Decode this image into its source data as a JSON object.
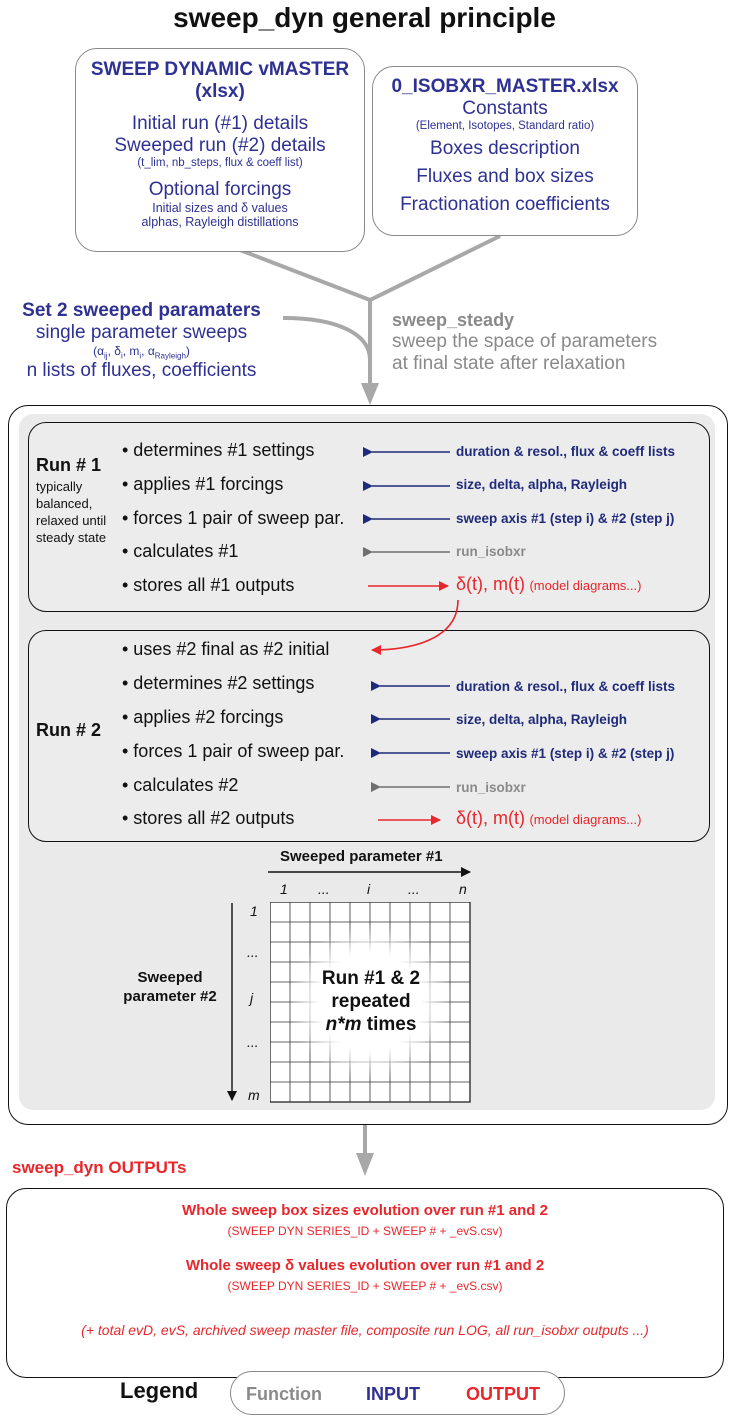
{
  "title": "sweep_dyn general principle",
  "master_box": {
    "title": "SWEEP DYNAMIC vMASTER",
    "subtitle": "(xlsx)",
    "line1": "Initial run (#1) details",
    "line2": "Sweeped run (#2) details",
    "line2_note": "(t_lim, nb_steps, flux & coeff list)",
    "line3": "Optional forcings",
    "line3_note1": "Initial sizes and δ values",
    "line3_note2": "alphas, Rayleigh distillations"
  },
  "isobxr_box": {
    "title": "0_ISOBXR_MASTER.xlsx",
    "line1": "Constants",
    "line1_note": "(Element, Isotopes, Standard ratio)",
    "line2": "Boxes description",
    "line3": "Fluxes and box sizes",
    "line4": "Fractionation coefficients"
  },
  "left_input": {
    "title": "Set 2 sweeped paramaters",
    "line1": "single parameter sweeps",
    "sym_open": "(",
    "sym_alpha": "α",
    "sym_ij": "ij",
    "sym_sep1": ", δ",
    "sym_i1": "i",
    "sym_sep2": ", m",
    "sym_i2": "i",
    "sym_sep3": ", α",
    "sym_ray": "Rayleigh",
    "sym_close": ")",
    "line2": "n lists of fluxes, coefficients"
  },
  "sweep_steady": {
    "title": "sweep_steady",
    "line1": "sweep the space of parameters",
    "line2": "at final state after relaxation"
  },
  "run1": {
    "label": "Run # 1",
    "note": [
      "typically",
      "balanced,",
      "relaxed until",
      "steady state"
    ],
    "steps": [
      "• determines #1 settings",
      "• applies #1 forcings",
      "• forces 1 pair of sweep par.",
      "• calculates #1",
      "• stores all #1 outputs"
    ],
    "inputs": [
      "duration & resol., flux & coeff lists",
      "size, delta, alpha,  Rayleigh",
      "sweep axis #1 (step i) & #2 (step j)",
      "run_isobxr"
    ],
    "output_main": "δ(t), m(t)",
    "output_note": "(model diagrams...)"
  },
  "run2": {
    "label": "Run # 2",
    "steps": [
      "• uses #2 final as #2 initial",
      "• determines #2 settings",
      "• applies #2 forcings",
      "• forces 1 pair of sweep par.",
      "• calculates #2",
      "• stores all #2 outputs"
    ],
    "inputs": [
      "duration & resol., flux & coeff lists",
      "size, delta, alpha,  Rayleigh",
      "sweep axis #1 (step i) & #2 (step j)",
      "run_isobxr"
    ],
    "output_main": "δ(t), m(t)",
    "output_note": "(model diagrams...)"
  },
  "grid": {
    "x_title": "Sweeped parameter #1",
    "x_ticks": [
      "1",
      "...",
      "i",
      "...",
      "n"
    ],
    "y_title_1": "Sweeped",
    "y_title_2": "parameter #2",
    "y_ticks": [
      "1",
      "...",
      "j",
      "...",
      "m"
    ],
    "center_1": "Run #1 & 2",
    "center_2": "repeated",
    "center_3a": "n*m",
    "center_3b": " times"
  },
  "outputs": {
    "heading": "sweep_dyn OUTPUTs",
    "line1": "Whole sweep box sizes evolution over run #1 and 2",
    "line1_note": "(SWEEP DYN SERIES_ID + SWEEP # + _evS.csv)",
    "line2": "Whole sweep δ values evolution over run #1 and 2",
    "line2_note": "(SWEEP DYN SERIES_ID + SWEEP # + _evS.csv)",
    "line3": "(+ total evD, evS, archived sweep master file, composite run LOG, all run_isobxr outputs ...)"
  },
  "legend": {
    "label": "Legend",
    "function": "Function",
    "input": "INPUT",
    "output": "OUTPUT"
  },
  "colors": {
    "input": "#2e3192",
    "output": "#e8262b",
    "function": "#8a8a8a"
  }
}
